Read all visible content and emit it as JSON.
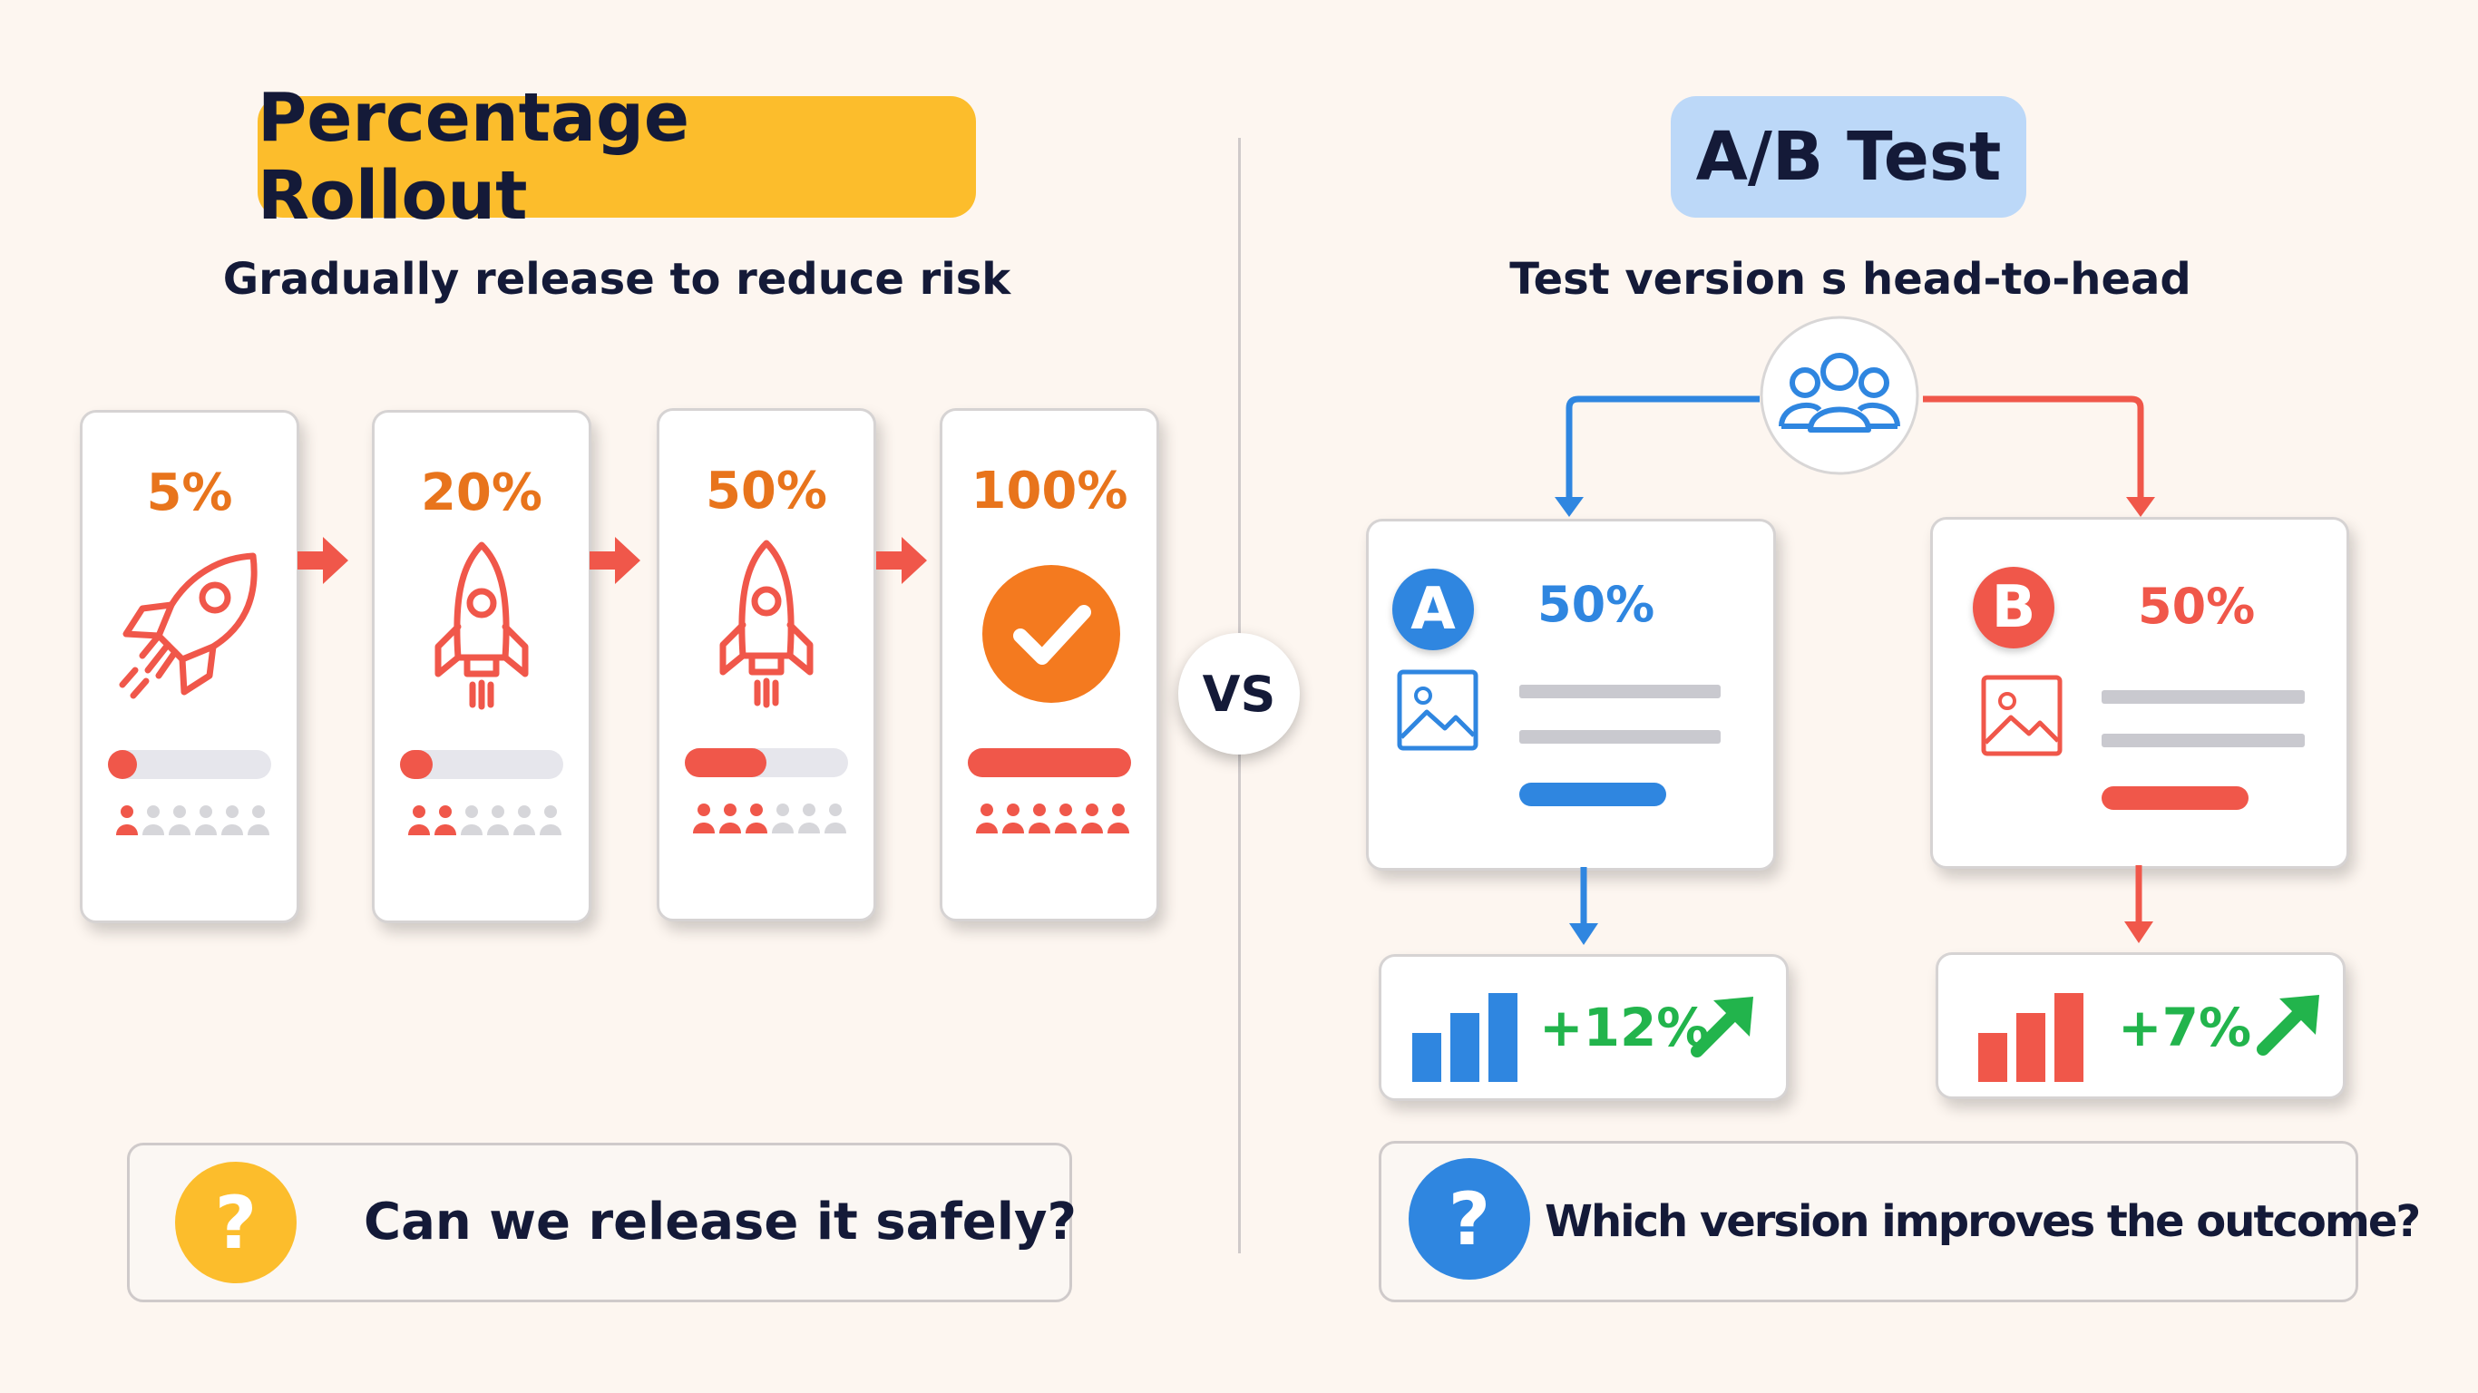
{
  "left": {
    "title": "Percentage Rollout",
    "subtitle": "Gradually release to reduce risk",
    "stages": [
      {
        "label": "5%",
        "progress": 0.05,
        "people_active": 1,
        "people_total": 6
      },
      {
        "label": "20%",
        "progress": 0.2,
        "people_active": 2,
        "people_total": 6
      },
      {
        "label": "50%",
        "progress": 0.5,
        "people_active": 3,
        "people_total": 6
      },
      {
        "label": "100%",
        "progress": 1.0,
        "people_active": 6,
        "people_total": 6
      }
    ],
    "question": "Can we release it safely?",
    "question_mark": "?"
  },
  "vs_label": "VS",
  "right": {
    "title": "A/B Test",
    "subtitle": "Test version s head-to-head",
    "variants": [
      {
        "letter": "A",
        "percent": "50%",
        "result": "+12%"
      },
      {
        "letter": "B",
        "percent": "50%",
        "result": "+7%"
      }
    ],
    "question": "Which version improves the outcome?",
    "question_mark": "?"
  },
  "colors": {
    "rollout_pill": "#fcbd2c",
    "ab_pill": "#bcd8f8",
    "orange": "#e8741c",
    "red": "#f0574a",
    "blue": "#2f86e0",
    "green": "#22b44c",
    "gray": "#c9c9cf"
  }
}
